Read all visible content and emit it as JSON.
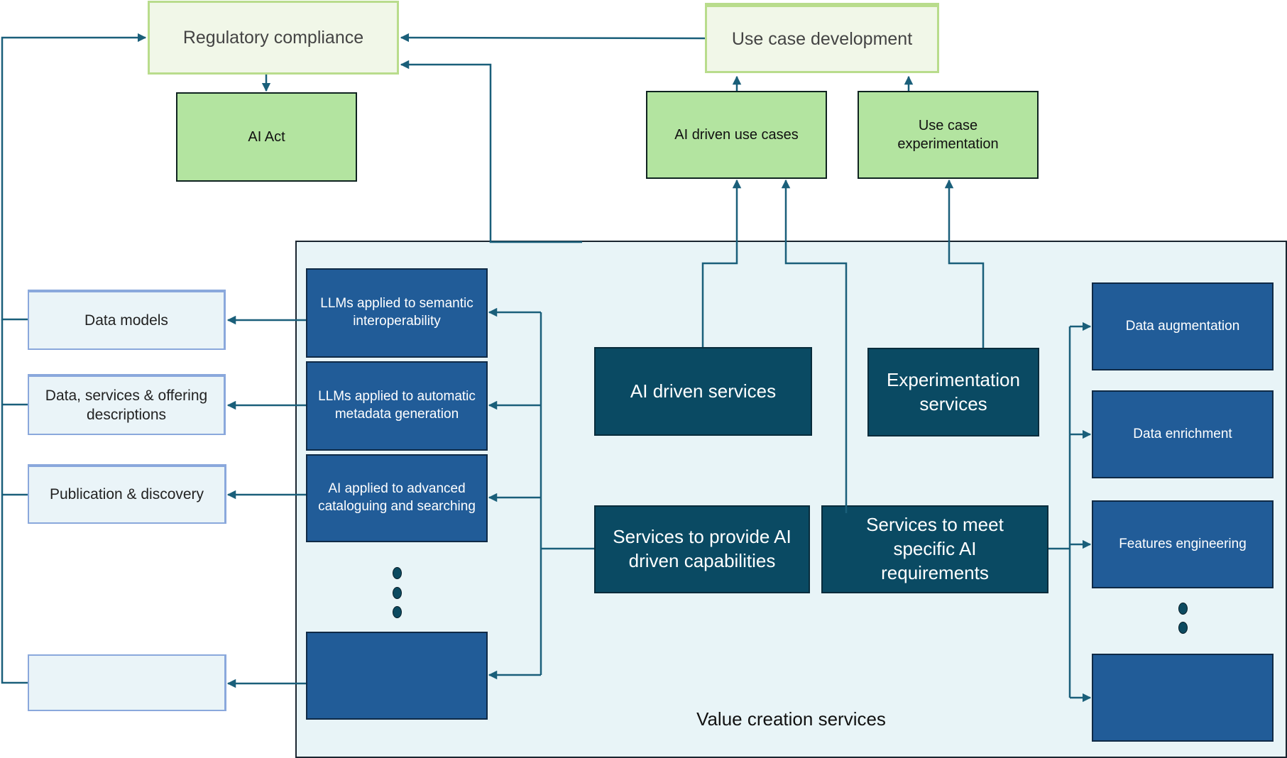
{
  "regulatory": {
    "title": "Regulatory compliance",
    "ai_act": "AI Act"
  },
  "use_case": {
    "title": "Use case development",
    "ai_driven_use_cases": "AI driven use cases",
    "experimentation": "Use case experimentation"
  },
  "panel": {
    "title": "Value creation services"
  },
  "center": {
    "ai_driven_services": "AI driven services",
    "experimentation_services": "Experimentation services",
    "provide_ai_capabilities": "Services to provide AI driven capabilities",
    "meet_ai_requirements": "Services to meet specific AI requirements"
  },
  "capabilities": [
    "LLMs applied to semantic interoperability",
    "LLMs applied to automatic metadata generation",
    "AI applied to advanced cataloguing and searching",
    ""
  ],
  "outputs": [
    "Data models",
    "Data, services & offering descriptions",
    "Publication & discovery",
    ""
  ],
  "requirements": [
    "Data augmentation",
    "Data enrichment",
    "Features engineering",
    ""
  ],
  "colors": {
    "connector": "#1a5f7a",
    "teal": "#0a4a63",
    "blue": "#215c98",
    "green": "#b3e4a0",
    "green_light": "#f1f7e8",
    "panel": "#e8f4f7"
  }
}
